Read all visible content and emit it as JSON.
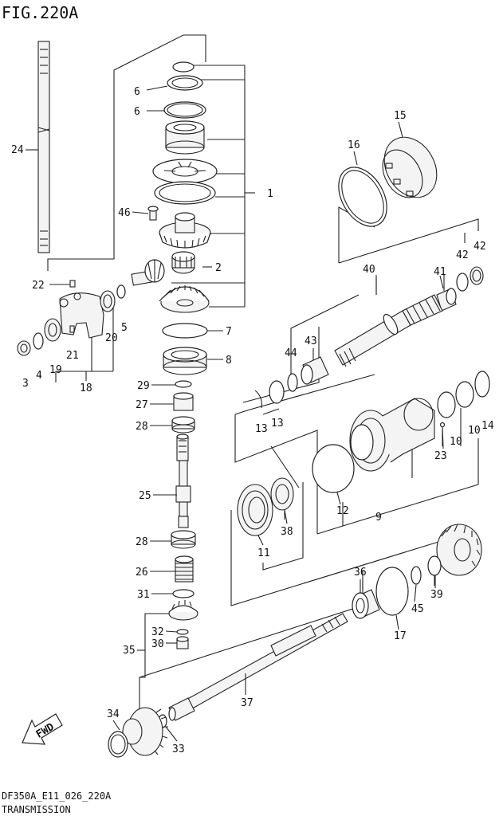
{
  "figure_title": "FIG.220A",
  "footer": {
    "code": "DF350A_E11_026_220A",
    "name": "TRANSMISSION"
  },
  "fwd_label": "FWD",
  "callouts": [
    "1",
    "2",
    "3",
    "4",
    "5",
    "6",
    "6",
    "7",
    "8",
    "9",
    "10",
    "10",
    "11",
    "12",
    "13",
    "13",
    "13",
    "14",
    "15",
    "16",
    "17",
    "18",
    "19",
    "20",
    "21",
    "22",
    "23",
    "24",
    "25",
    "26",
    "27",
    "28",
    "28",
    "29",
    "30",
    "31",
    "32",
    "33",
    "34",
    "35",
    "36",
    "37",
    "38",
    "39",
    "40",
    "41",
    "42",
    "42",
    "43",
    "44",
    "45",
    "46"
  ]
}
